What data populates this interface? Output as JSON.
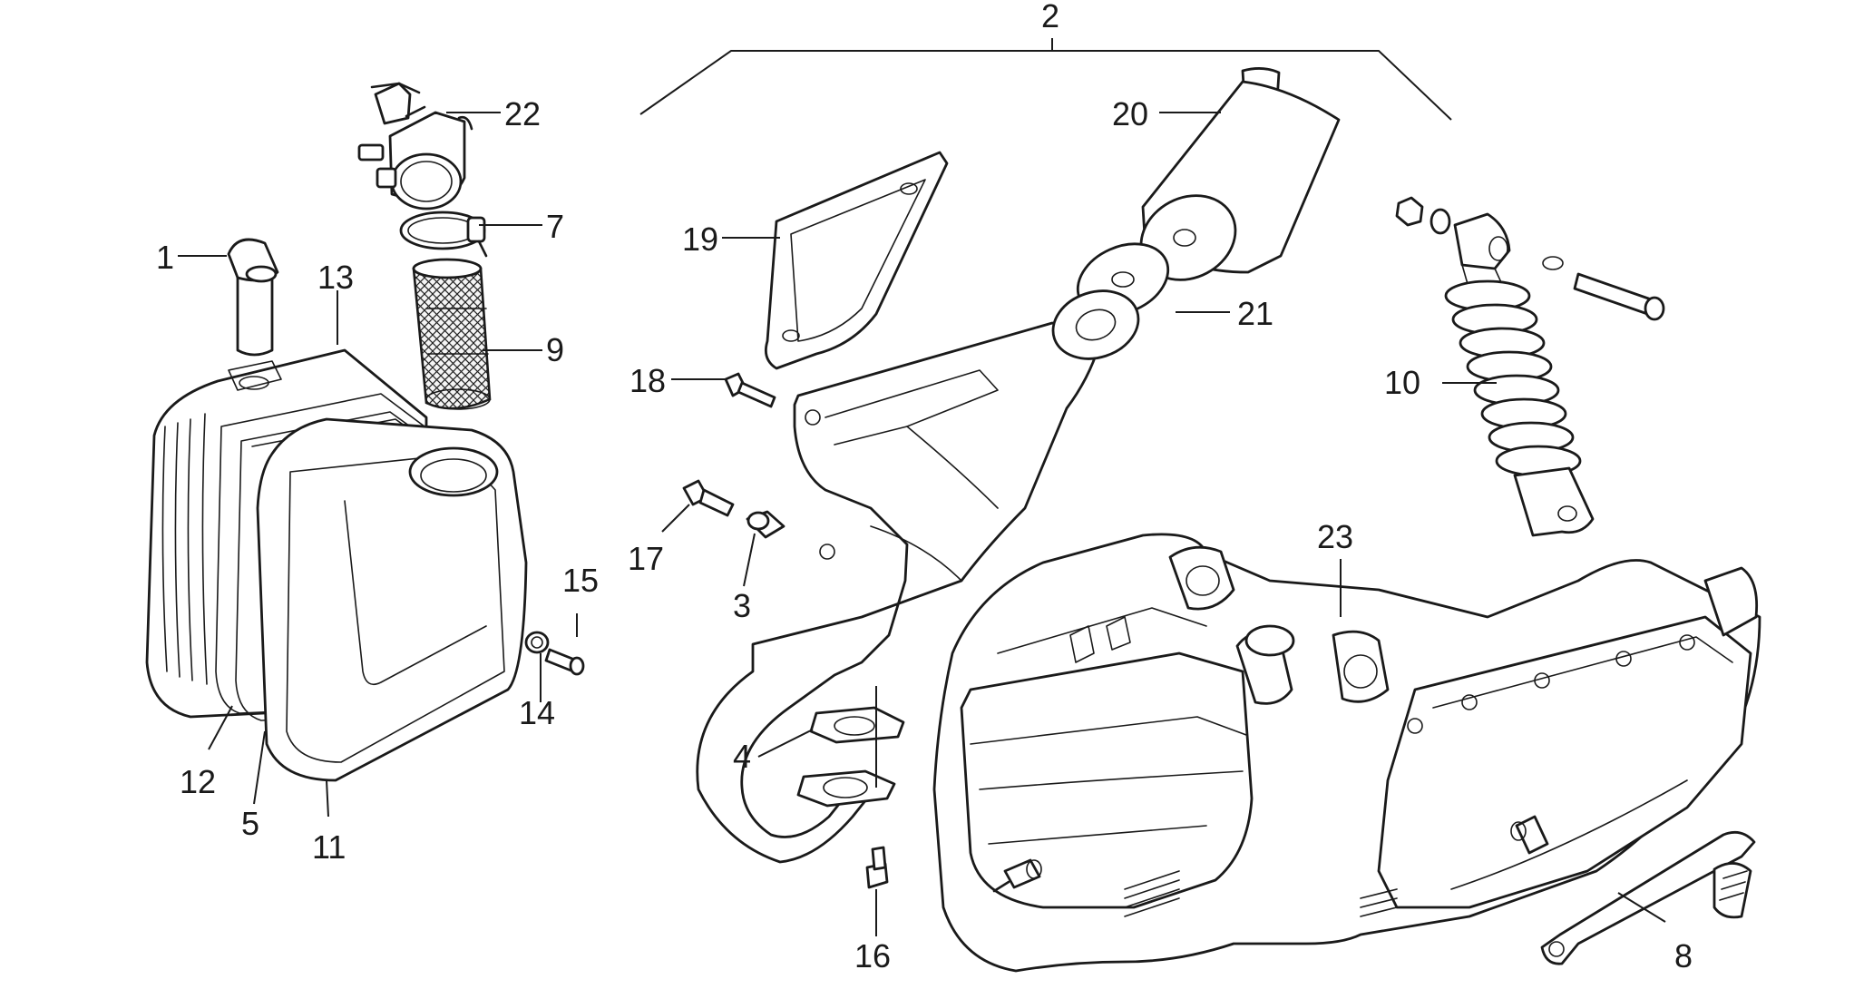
{
  "callouts": {
    "c1": "1",
    "c2": "2",
    "c3": "3",
    "c4": "4",
    "c5": "5",
    "c7": "7",
    "c8": "8",
    "c9": "9",
    "c10": "10",
    "c11": "11",
    "c12": "12",
    "c13": "13",
    "c14": "14",
    "c15": "15",
    "c16": "16",
    "c17": "17",
    "c18": "18",
    "c19": "19",
    "c20": "20",
    "c21": "21",
    "c22": "22",
    "c23": "23"
  },
  "colors": {
    "line": "#1a1a1a",
    "background": "#ffffff"
  }
}
